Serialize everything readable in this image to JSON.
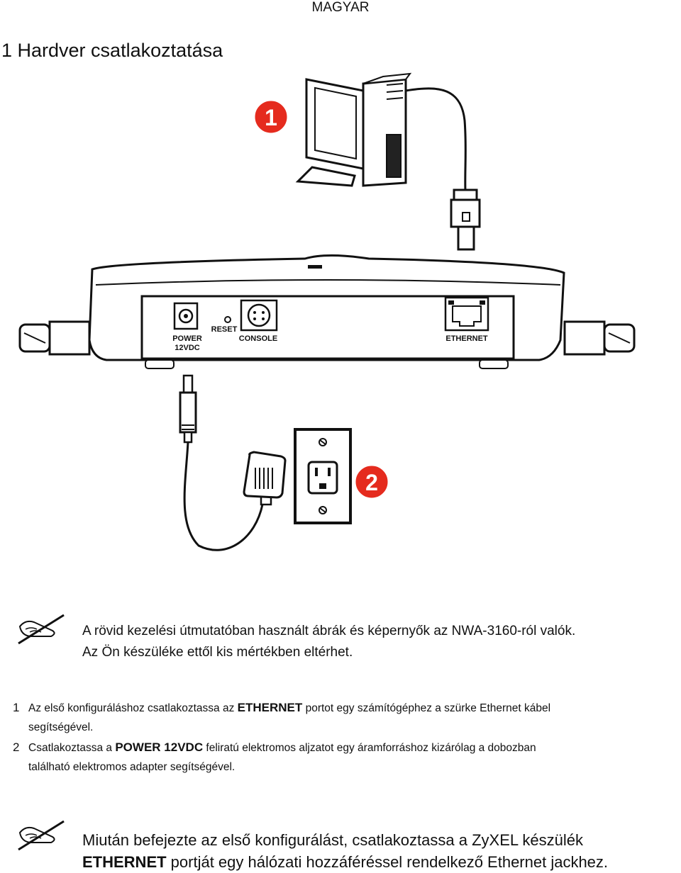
{
  "header": {
    "language": "MAGYAR"
  },
  "title": "1 Hardver csatlakoztatása",
  "figure": {
    "callouts": [
      "1",
      "2"
    ],
    "port_labels": {
      "power_line1": "POWER",
      "power_line2": "12VDC",
      "reset": "RESET",
      "console": "CONSOLE",
      "ethernet": "ETHERNET"
    }
  },
  "note1": {
    "icon": "pencil-note-icon",
    "line1": "A rövid kezelési útmutatóban használt ábrák és képernyők az NWA-3160-ról valók.",
    "line2": "Az Ön készüléke ettől kis mértékben eltérhet."
  },
  "steps": [
    {
      "num": "1",
      "pre": "Az első konfiguráláshoz csatlakoztassa az ",
      "kw": "ETHERNET",
      "post": " portot egy számítógéphez a szürke Ethernet kábel",
      "line2": "segítségével."
    },
    {
      "num": "2",
      "pre": "Csatlakoztassa a ",
      "kw": "POWER 12VDC",
      "post": " feliratú elektromos aljzatot egy áramforráshoz kizárólag a dobozban",
      "line2": "található elektromos adapter segítségével."
    }
  ],
  "note2": {
    "icon": "pencil-note-icon",
    "line1": "Miután befejezte az első konfigurálást, csatlakoztassa a ZyXEL készülék",
    "kw": "ETHERNET",
    "line2_rest": " portját egy hálózati hozzáféréssel rendelkező Ethernet jackhez."
  }
}
